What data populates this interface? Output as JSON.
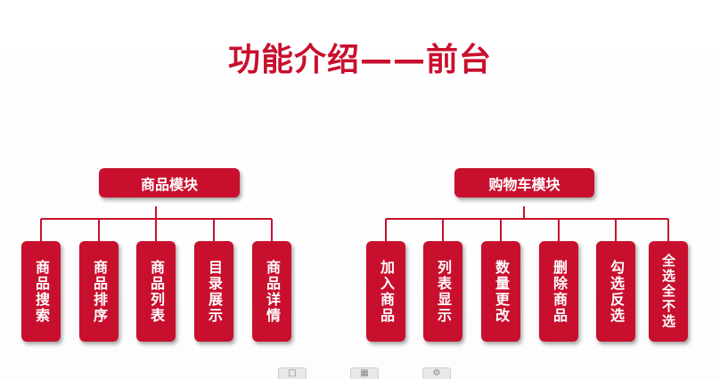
{
  "title": "功能介绍——前台",
  "colors": {
    "accent": "#c8102e",
    "connector": "#c8102e"
  },
  "left_module": {
    "label": "商品模块",
    "items": [
      "商品搜索",
      "商品排序",
      "商品列表",
      "目录展示",
      "商品详情"
    ]
  },
  "right_module": {
    "label": "购物车模块",
    "items": [
      "加入商品",
      "列表显示",
      "数量更改",
      "删除商品",
      "勾选反选",
      "全选全不选"
    ]
  },
  "toolbar": {
    "icons": [
      "slide-view-icon",
      "grid-view-icon",
      "settings-icon"
    ]
  }
}
